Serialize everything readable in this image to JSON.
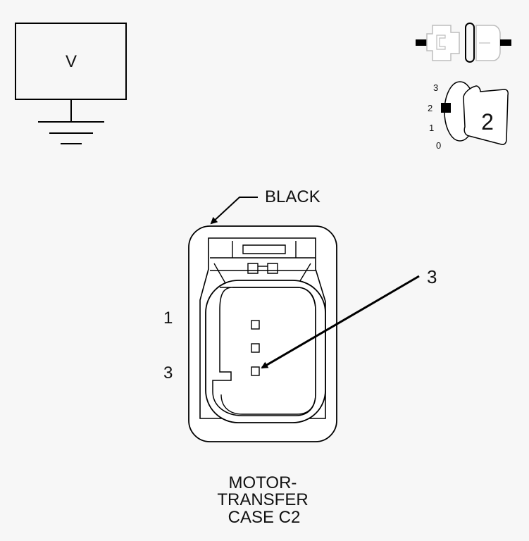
{
  "meter": {
    "symbol": "V"
  },
  "ignition_switch": {
    "positions": [
      "3",
      "2",
      "1",
      "0"
    ],
    "selected_position": "2"
  },
  "connector": {
    "color_callout": "BLACK",
    "pin_labels": [
      "1",
      "3"
    ],
    "probe_pin": "3",
    "name_lines": [
      "MOTOR-",
      "TRANSFER",
      "CASE C2"
    ]
  },
  "colors": {
    "line": "#000000",
    "background": "#f7f7f7",
    "faded_connector": "#bdbdbd"
  }
}
